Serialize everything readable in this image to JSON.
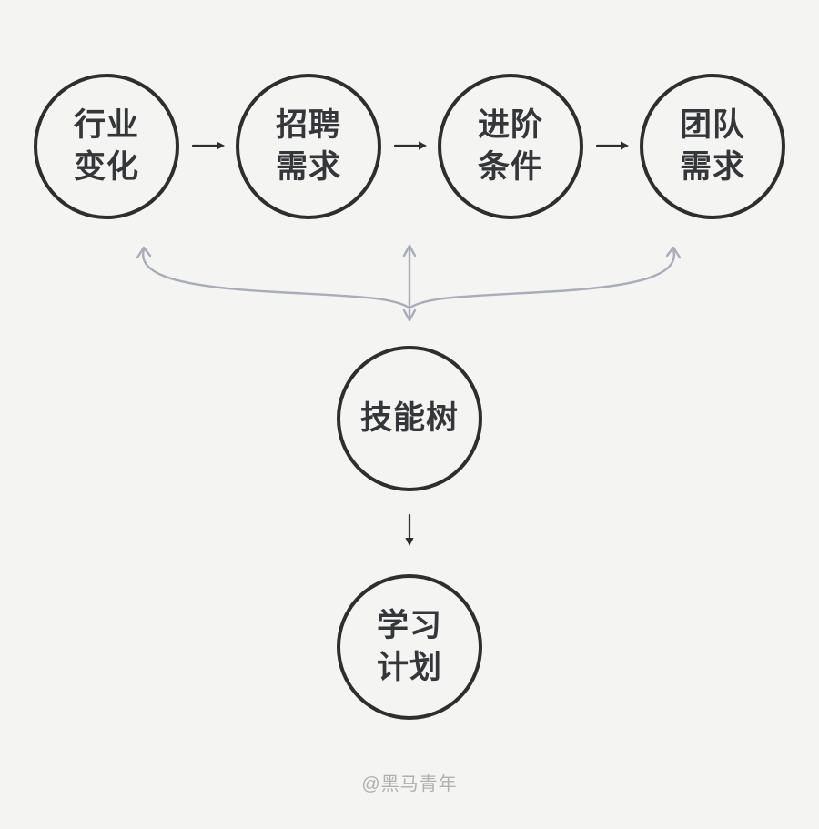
{
  "colors": {
    "bg": "#f4f4f2",
    "ink": "#2e2e2e",
    "text": "#34363a",
    "gray": "#a8adb9",
    "wm": "#b1b0ae"
  },
  "diagram": {
    "top_nodes": [
      {
        "label": "行业变化",
        "line1": "行业",
        "line2": "变化"
      },
      {
        "label": "招聘需求",
        "line1": "招聘",
        "line2": "需求"
      },
      {
        "label": "进阶条件",
        "line1": "进阶",
        "line2": "条件"
      },
      {
        "label": "团队需求",
        "line1": "团队",
        "line2": "需求"
      }
    ],
    "center_node": {
      "label": "技能树"
    },
    "bottom_node": {
      "label": "学习计划",
      "line1": "学习",
      "line2": "计划"
    },
    "watermark": "@黑马青年"
  }
}
